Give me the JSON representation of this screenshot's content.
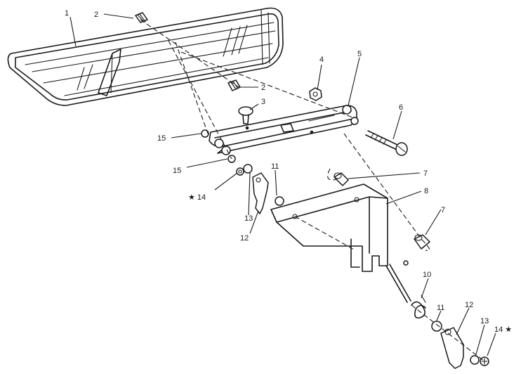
{
  "callouts": [
    {
      "id": "c1",
      "text": "1"
    },
    {
      "id": "c2a",
      "text": "2"
    },
    {
      "id": "c2b",
      "text": "2"
    },
    {
      "id": "c3",
      "text": "3"
    },
    {
      "id": "c4",
      "text": "4"
    },
    {
      "id": "c5",
      "text": "5"
    },
    {
      "id": "c6",
      "text": "6"
    },
    {
      "id": "c7a",
      "text": "7"
    },
    {
      "id": "c7b",
      "text": "7"
    },
    {
      "id": "c8",
      "text": "8"
    },
    {
      "id": "c10",
      "text": "10"
    },
    {
      "id": "c11a",
      "text": "11"
    },
    {
      "id": "c11b",
      "text": "11"
    },
    {
      "id": "c12a",
      "text": "12"
    },
    {
      "id": "c12b",
      "text": "12"
    },
    {
      "id": "c13a",
      "text": "13"
    },
    {
      "id": "c13b",
      "text": "13"
    },
    {
      "id": "c14a",
      "text": "★ 14"
    },
    {
      "id": "c14b",
      "text": "14 ★"
    },
    {
      "id": "c15a",
      "text": "15"
    },
    {
      "id": "c15b",
      "text": "15"
    }
  ]
}
